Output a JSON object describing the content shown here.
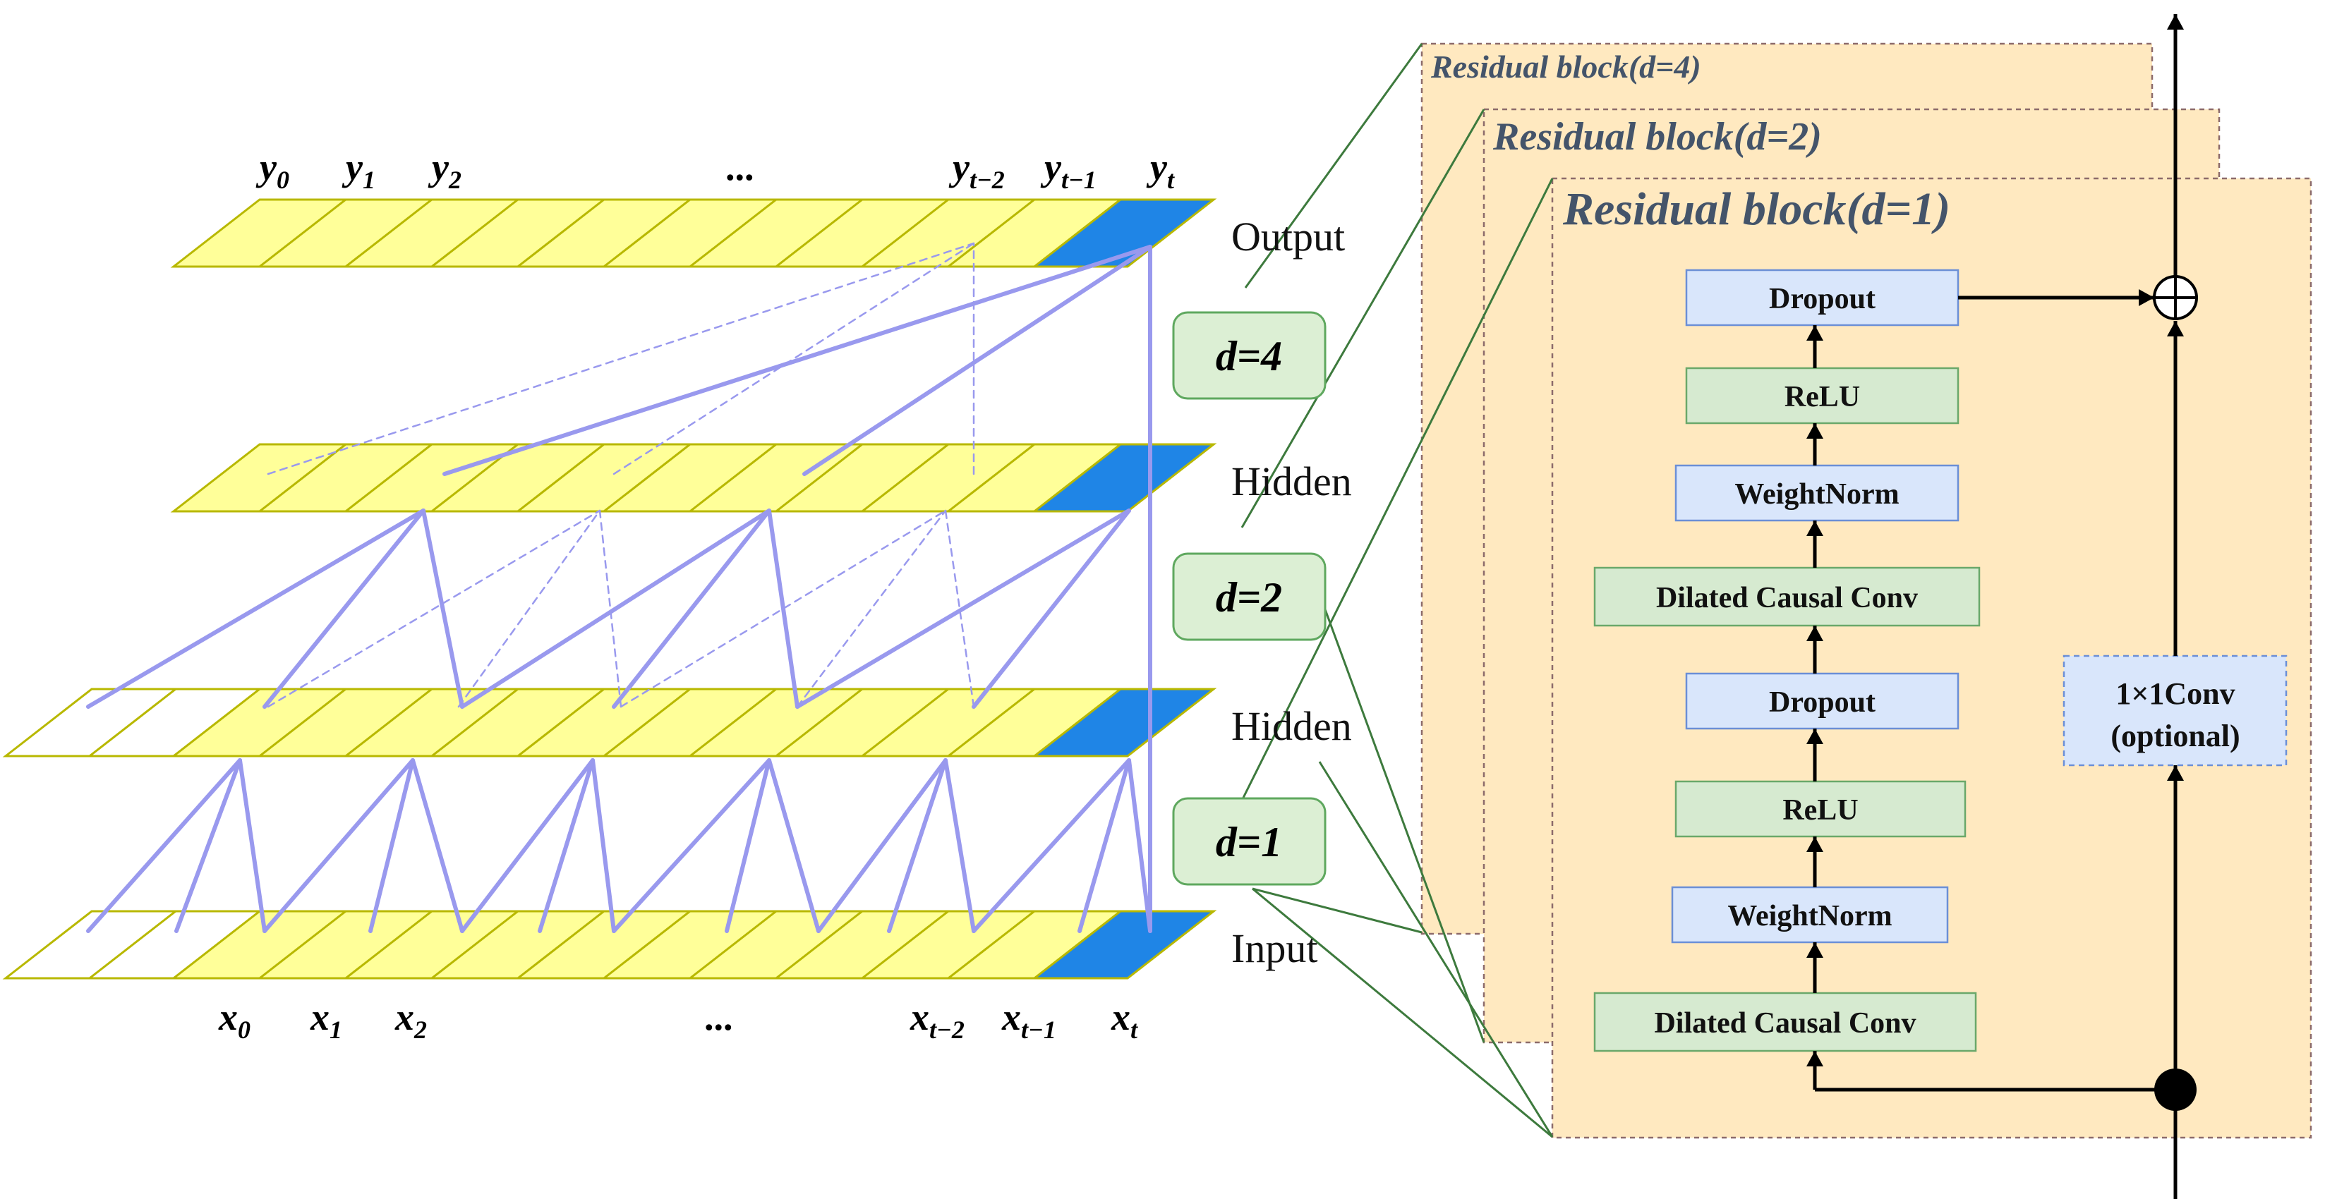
{
  "tcn": {
    "layers": [
      {
        "label": "Output",
        "key": "output"
      },
      {
        "label": "Hidden",
        "key": "hidden2"
      },
      {
        "label": "Hidden",
        "key": "hidden1"
      },
      {
        "label": "Input",
        "key": "input"
      }
    ],
    "output_labels": [
      {
        "base": "y",
        "sub": "0"
      },
      {
        "base": "y",
        "sub": "1"
      },
      {
        "base": "y",
        "sub": "2"
      },
      {
        "base": "...",
        "sub": ""
      },
      {
        "base": "y",
        "sub": "t−2"
      },
      {
        "base": "y",
        "sub": "t−1"
      },
      {
        "base": "y",
        "sub": "t"
      }
    ],
    "input_labels": [
      {
        "base": "x",
        "sub": "0"
      },
      {
        "base": "x",
        "sub": "1"
      },
      {
        "base": "x",
        "sub": "2"
      },
      {
        "base": "...",
        "sub": ""
      },
      {
        "base": "x",
        "sub": "t−2"
      },
      {
        "base": "x",
        "sub": "t−1"
      },
      {
        "base": "x",
        "sub": "t"
      }
    ],
    "dilations": [
      "d=4",
      "d=2",
      "d=1"
    ]
  },
  "residual": {
    "block_titles": [
      "Residual block(d=4)",
      "Residual block(d=2)",
      "Residual block(d=1)"
    ],
    "stack": [
      "Dropout",
      "ReLU",
      "WeightNorm",
      "Dilated Causal Conv",
      "Dropout",
      "ReLU",
      "WeightNorm",
      "Dilated Causal Conv"
    ],
    "conv1x1": [
      "1×1Conv",
      "(optional)"
    ],
    "plus_symbol": "⊕"
  },
  "colors": {
    "cell_fill": "#ffff99",
    "cell_stroke": "#b8b800",
    "last_cell": "#1f85e6",
    "connection": "#9999ee",
    "block_fill": "#ffe9c0",
    "dilation_fill": "#dcefd4",
    "dilation_stroke": "#5fa85f",
    "blue_box": "#d9e6fb",
    "green_box": "#d6ead0",
    "green_line": "#3d7a3d",
    "title_color": "#44546a"
  }
}
